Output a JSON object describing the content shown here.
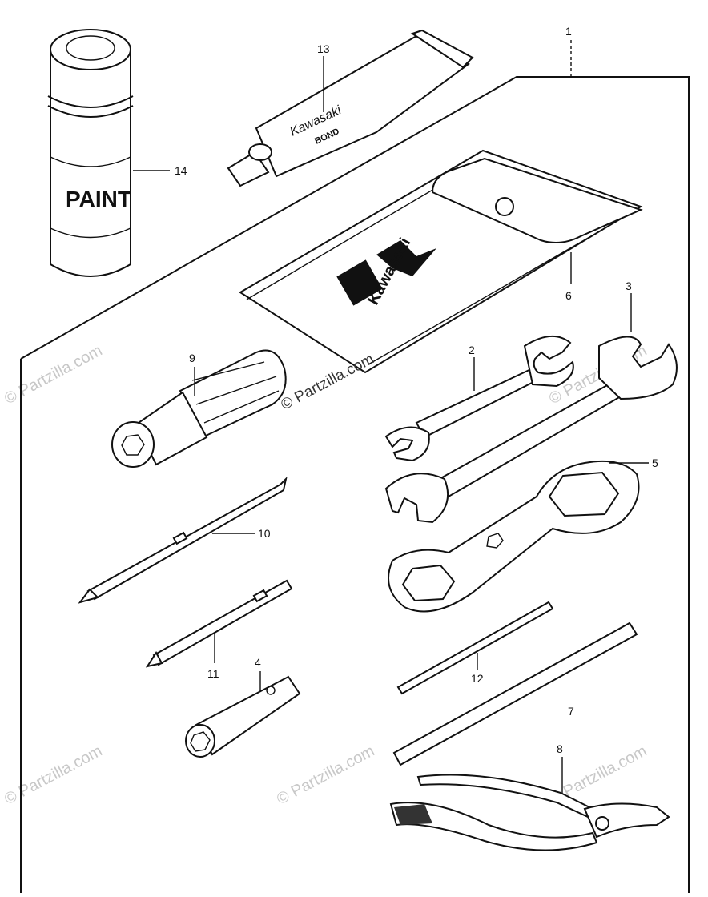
{
  "callouts": {
    "c1": "1",
    "c2": "2",
    "c3": "3",
    "c4": "4",
    "c5": "5",
    "c6": "6",
    "c7": "7",
    "c8": "8",
    "c9": "9",
    "c10": "10",
    "c11": "11",
    "c12": "12",
    "c13": "13",
    "c14": "14"
  },
  "labels": {
    "paint": "PAINT",
    "bond_brand": "Kawasaki",
    "bond_text": "BOND",
    "pouch_brand": "Kawasaki"
  },
  "watermark": {
    "main": "© Partzilla.com",
    "repeat": "© Partzilla.com"
  }
}
